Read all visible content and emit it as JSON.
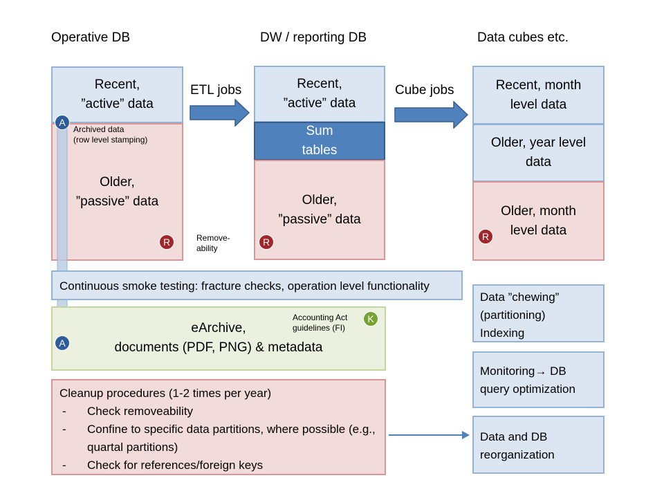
{
  "headers": {
    "operative": "Operative DB",
    "dw": "DW / reporting DB",
    "cubes": "Data cubes etc."
  },
  "operative": {
    "recent": "Recent,\n”active” data",
    "archived": "Archived data\n(row level stamping)",
    "older": "Older,\n”passive” data",
    "r_badge": "R"
  },
  "etl_label": "ETL jobs",
  "cube_label": "Cube jobs",
  "removeability": "Remove-\nability",
  "dw": {
    "recent": "Recent,\n”active” data",
    "sum": "Sum\ntables",
    "older": "Older,\n”passive” data",
    "r_badge": "R"
  },
  "cubes": {
    "recent": "Recent, month\nlevel data",
    "year": "Older, year level\ndata",
    "older": "Older, month\nlevel data",
    "r_badge": "R"
  },
  "smoke": "Continuous smoke testing: fracture checks, operation level functionality",
  "archive": {
    "title": "eArchive,\ndocuments (PDF, PNG) & metadata",
    "note": "Accounting Act\nguidelines (FI)",
    "k_badge": "K",
    "a_badge_top": "A",
    "a_badge_bottom": "A"
  },
  "cleanup": {
    "title": "Cleanup procedures  (1-2 times per year)",
    "items": [
      "Check removeability",
      "Confine to specific data partitions, where possible (e.g., quartal partitions)",
      "Check for references/foreign  keys"
    ]
  },
  "right_boxes": {
    "chewing": "Data ”chewing”\n(partitioning)\nIndexing",
    "monitoring": "Monitoring→ DB\nquery optimization",
    "reorg": "Data and DB\nreorganization"
  },
  "colors": {
    "light_blue": "#dce6f2",
    "pink": "#f2dcdb",
    "dark_blue": "#4f81bd",
    "green": "#ebf1de",
    "badge_blue": "#2e5c9a",
    "badge_red": "#a0262a",
    "badge_green": "#77a232"
  }
}
